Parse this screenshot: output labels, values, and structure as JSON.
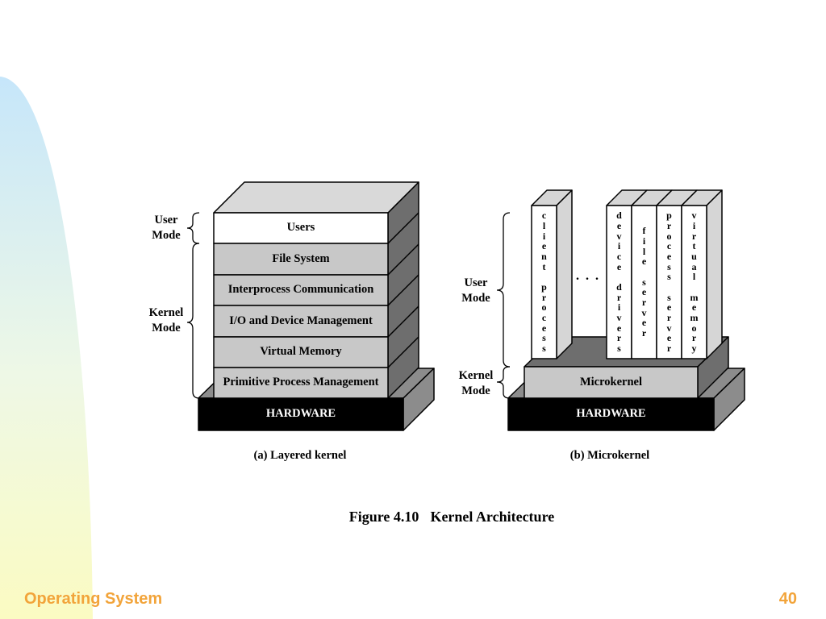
{
  "slide": {
    "footer_title": "Operating System",
    "page_number": "40"
  },
  "figure": {
    "number": "Figure 4.10",
    "title": "Kernel Architecture"
  },
  "layered_kernel": {
    "caption": "(a) Layered kernel",
    "user_mode_label": "User\nMode",
    "kernel_mode_label": "Kernel\nMode",
    "layers": [
      "Users",
      "File System",
      "Interprocess Communication",
      "I/O and Device Management",
      "Virtual Memory",
      "Primitive Process Management"
    ],
    "hardware_label": "HARDWARE"
  },
  "microkernel": {
    "caption": "(b) Microkernel",
    "user_mode_label": "User\nMode",
    "kernel_mode_label": "Kernel\nMode",
    "kernel_label": "Microkernel",
    "user_space_servers": [
      "client process",
      "device drivers",
      "file server",
      "process server",
      "virtual memory"
    ],
    "ellipsis": ". . .",
    "hardware_label": "HARDWARE"
  },
  "colors": {
    "user_layer": "#ffffff",
    "kernel_layer": "#c8c8c8",
    "side_face": "#6e6e6e",
    "hardware": "#000000",
    "hardware_base": "#8c8c8c",
    "server_box": "#ffffff",
    "footer_accent": "#f2a43a"
  }
}
